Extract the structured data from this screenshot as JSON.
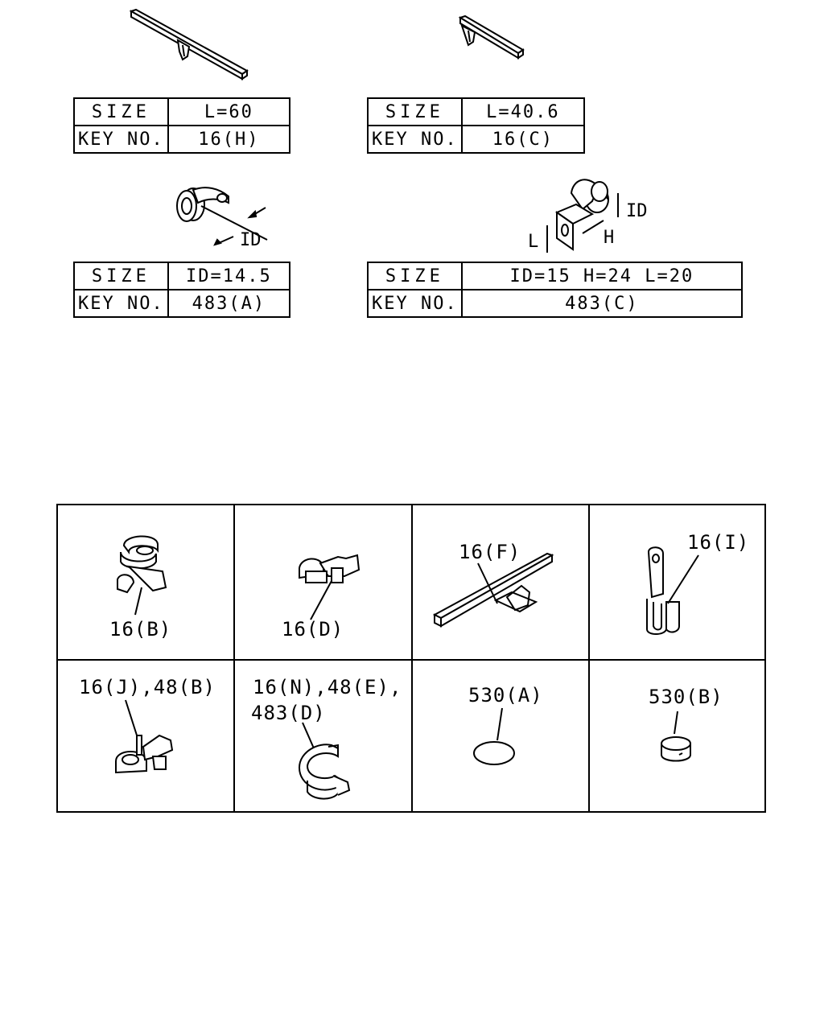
{
  "spec_tables": [
    {
      "size_label": "SIZE",
      "size_value": "L=60",
      "key_label": "KEY NO.",
      "key_value": "16(H)"
    },
    {
      "size_label": "SIZE",
      "size_value": "L=40.6",
      "key_label": "KEY NO.",
      "key_value": "16(C)"
    },
    {
      "size_label": "SIZE",
      "size_value": "ID=14.5",
      "key_label": "KEY NO.",
      "key_value": "483(A)"
    },
    {
      "size_label": "SIZE",
      "size_value": "ID=15 H=24 L=20",
      "key_label": "KEY NO.",
      "key_value": "483(C)"
    }
  ],
  "dimension_labels": {
    "clamp_a_id": "ID",
    "bracket_c_id": "ID",
    "bracket_c_h": "H",
    "bracket_c_l": "L"
  },
  "parts_grid": [
    {
      "callout": "16(B)",
      "icon": "clip-b-icon"
    },
    {
      "callout": "16(D)",
      "icon": "clip-d-icon"
    },
    {
      "callout": "16(F)",
      "icon": "clip-f-icon"
    },
    {
      "callout": "16(I)",
      "icon": "clip-i-icon"
    },
    {
      "callout": "16(J),48(B)",
      "icon": "clip-j-icon"
    },
    {
      "callout_line1": "16(N),48(E),",
      "callout_line2": "483(D)",
      "icon": "clip-n-icon"
    },
    {
      "callout": "530(A)",
      "icon": "plug-a-icon"
    },
    {
      "callout": "530(B)",
      "icon": "plug-b-icon"
    }
  ]
}
